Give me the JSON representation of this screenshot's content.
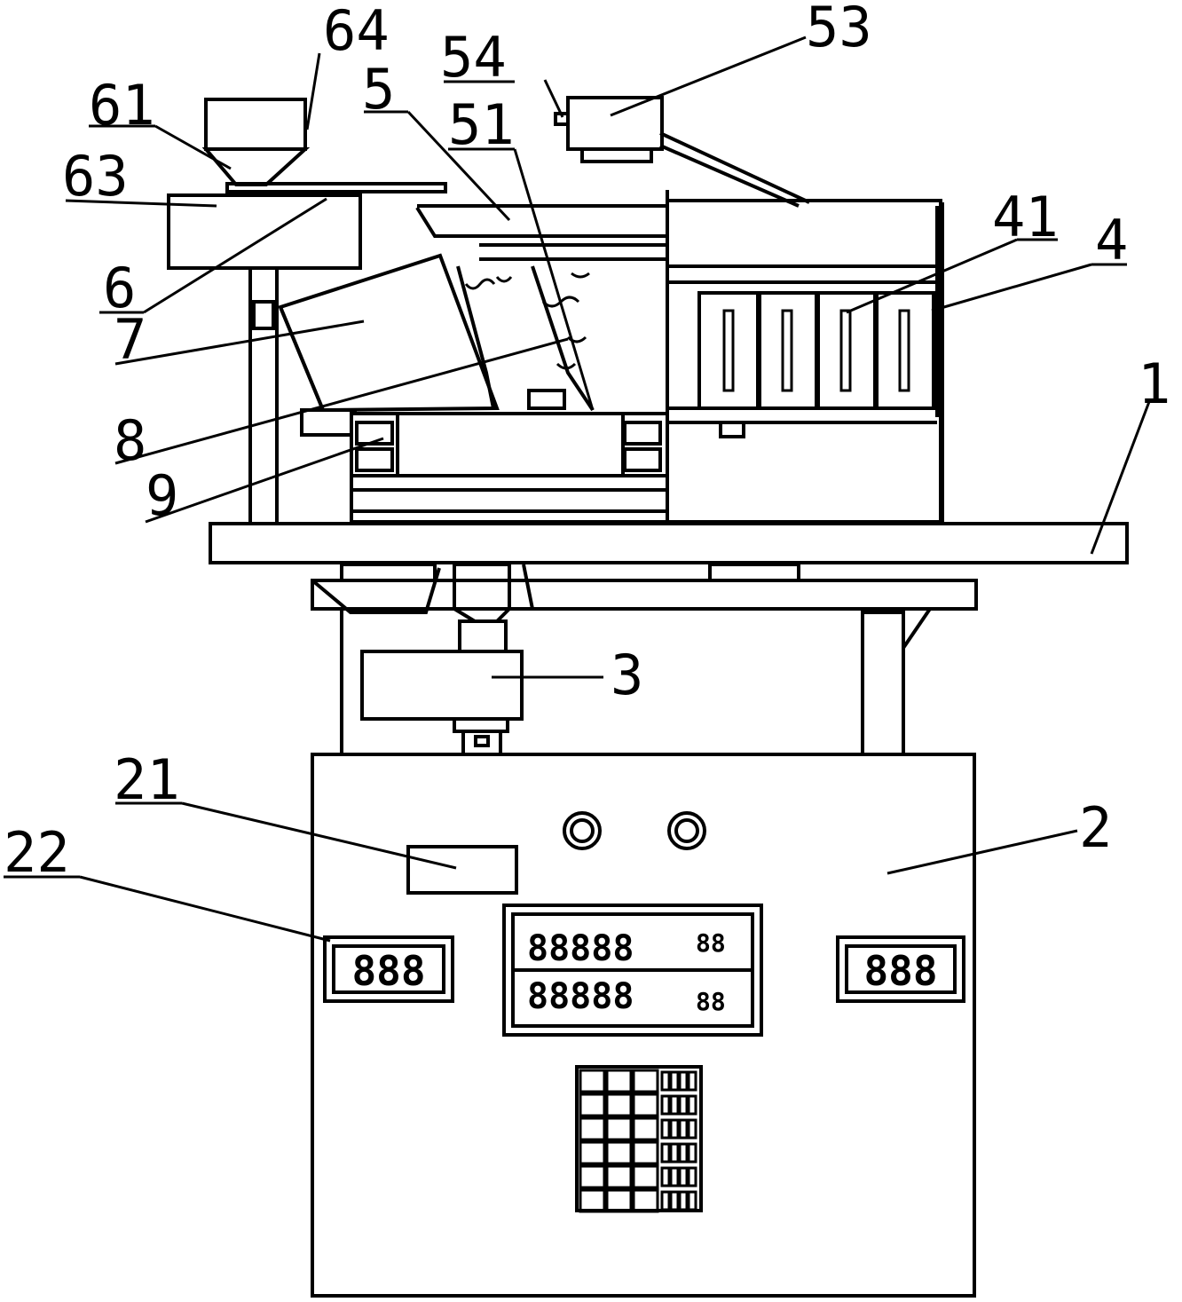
{
  "labels": {
    "l64": "64",
    "l54": "54",
    "l53": "53",
    "l61": "61",
    "l5": "5",
    "l51": "51",
    "l63": "63",
    "l41": "41",
    "l4": "4",
    "l6": "6",
    "l7": "7",
    "l1": "1",
    "l8": "8",
    "l9": "9",
    "l3": "3",
    "l21": "21",
    "l2": "2",
    "l22": "22"
  },
  "displays": {
    "left_small": "888",
    "right_small": "888",
    "main_row1": "88888",
    "main_row1_small": "88",
    "main_row2": "88888",
    "main_row2_small": "88"
  },
  "colors": {
    "line": "#000000",
    "background": "#ffffff"
  }
}
